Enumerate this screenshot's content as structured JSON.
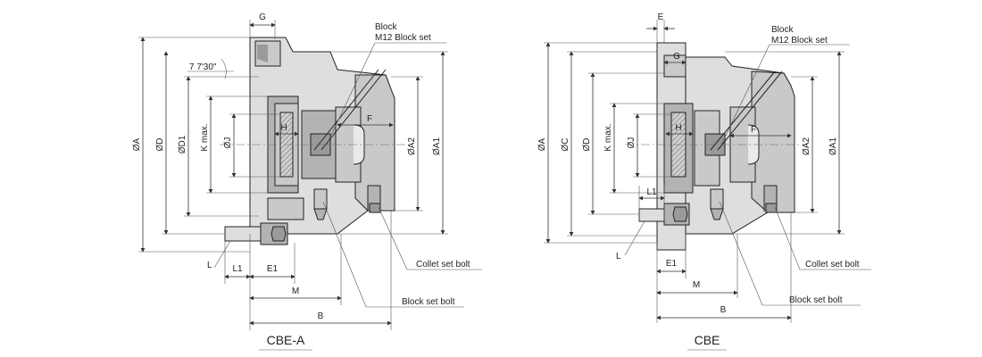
{
  "left_view": {
    "caption": "CBE-A",
    "dims": {
      "A": "ØA",
      "D": "ØD",
      "D1": "ØD1",
      "K": "K max.",
      "J": "ØJ",
      "A2": "ØA2",
      "A1": "ØA1",
      "G": "G",
      "H": "H",
      "F": "F",
      "L": "L",
      "L1": "L1",
      "E1": "E1",
      "M": "M",
      "B": "B",
      "angle": "7 7'30\""
    },
    "callouts": {
      "block": "Block",
      "block_set": "M12 Block set",
      "collet_set_bolt": "Collet set bolt",
      "block_set_bolt": "Block set bolt"
    }
  },
  "right_view": {
    "caption": "CBE",
    "dims": {
      "A": "ØA",
      "C": "ØC",
      "D": "ØD",
      "K": "K max.",
      "J": "ØJ",
      "A2": "ØA2",
      "A1": "ØA1",
      "E": "E",
      "G": "G",
      "H": "H",
      "F": "F",
      "L": "L",
      "L1": "L1",
      "E1": "E1",
      "M": "M",
      "B": "B"
    },
    "callouts": {
      "block": "Block",
      "block_set": "M12 Block set",
      "collet_set_bolt": "Collet set bolt",
      "block_set_bolt": "Block set bolt"
    }
  }
}
